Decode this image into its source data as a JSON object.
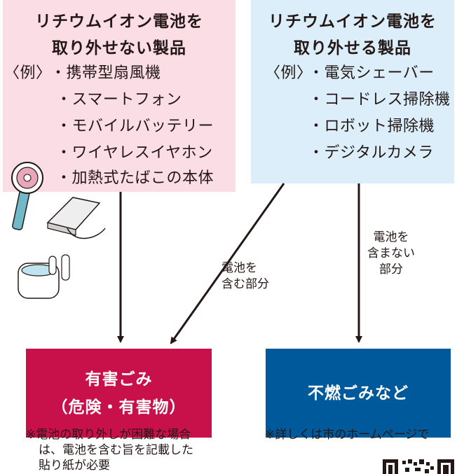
{
  "colors": {
    "pink_box": "#fbdde6",
    "blue_box": "#dbeefa",
    "hazard": "#c8104a",
    "nonburnable": "#00599a",
    "arrow": "#231815"
  },
  "left_box": {
    "title_line1": "リチウムイオン電池を",
    "title_line2": "取り外せない製品",
    "example_prefix": "〈例〉",
    "items": [
      "・携帯型扇風機",
      "・スマートフォン",
      "・モバイルバッテリー",
      "・ワイヤレスイヤホン",
      "・加熱式たばこの本体"
    ]
  },
  "right_box": {
    "title_line1": "リチウムイオン電池を",
    "title_line2": "取り外せる製品",
    "example_prefix": "〈例〉",
    "items": [
      "・電気シェーバー",
      "・コードレス掃除機",
      "・ロボット掃除機",
      "・デジタルカメラ"
    ]
  },
  "edges": {
    "with_battery": [
      "電池を",
      "含む部分"
    ],
    "without_battery": [
      "電池を",
      "含まない",
      "部分"
    ]
  },
  "results": {
    "hazard_line1": "有害ごみ",
    "hazard_line2": "（危険・有害物）",
    "nonburnable": "不燃ごみなど"
  },
  "notes": {
    "left": [
      "※電池の取り外しが困難な場合",
      "は、電池を含む旨を記載した",
      "貼り紙が必要"
    ],
    "right": "※詳しくは市のホームページで"
  },
  "illustrations": [
    "handheld-fan-icon",
    "mobile-battery-icon",
    "wireless-earphones-icon",
    "qr-code-icon"
  ]
}
